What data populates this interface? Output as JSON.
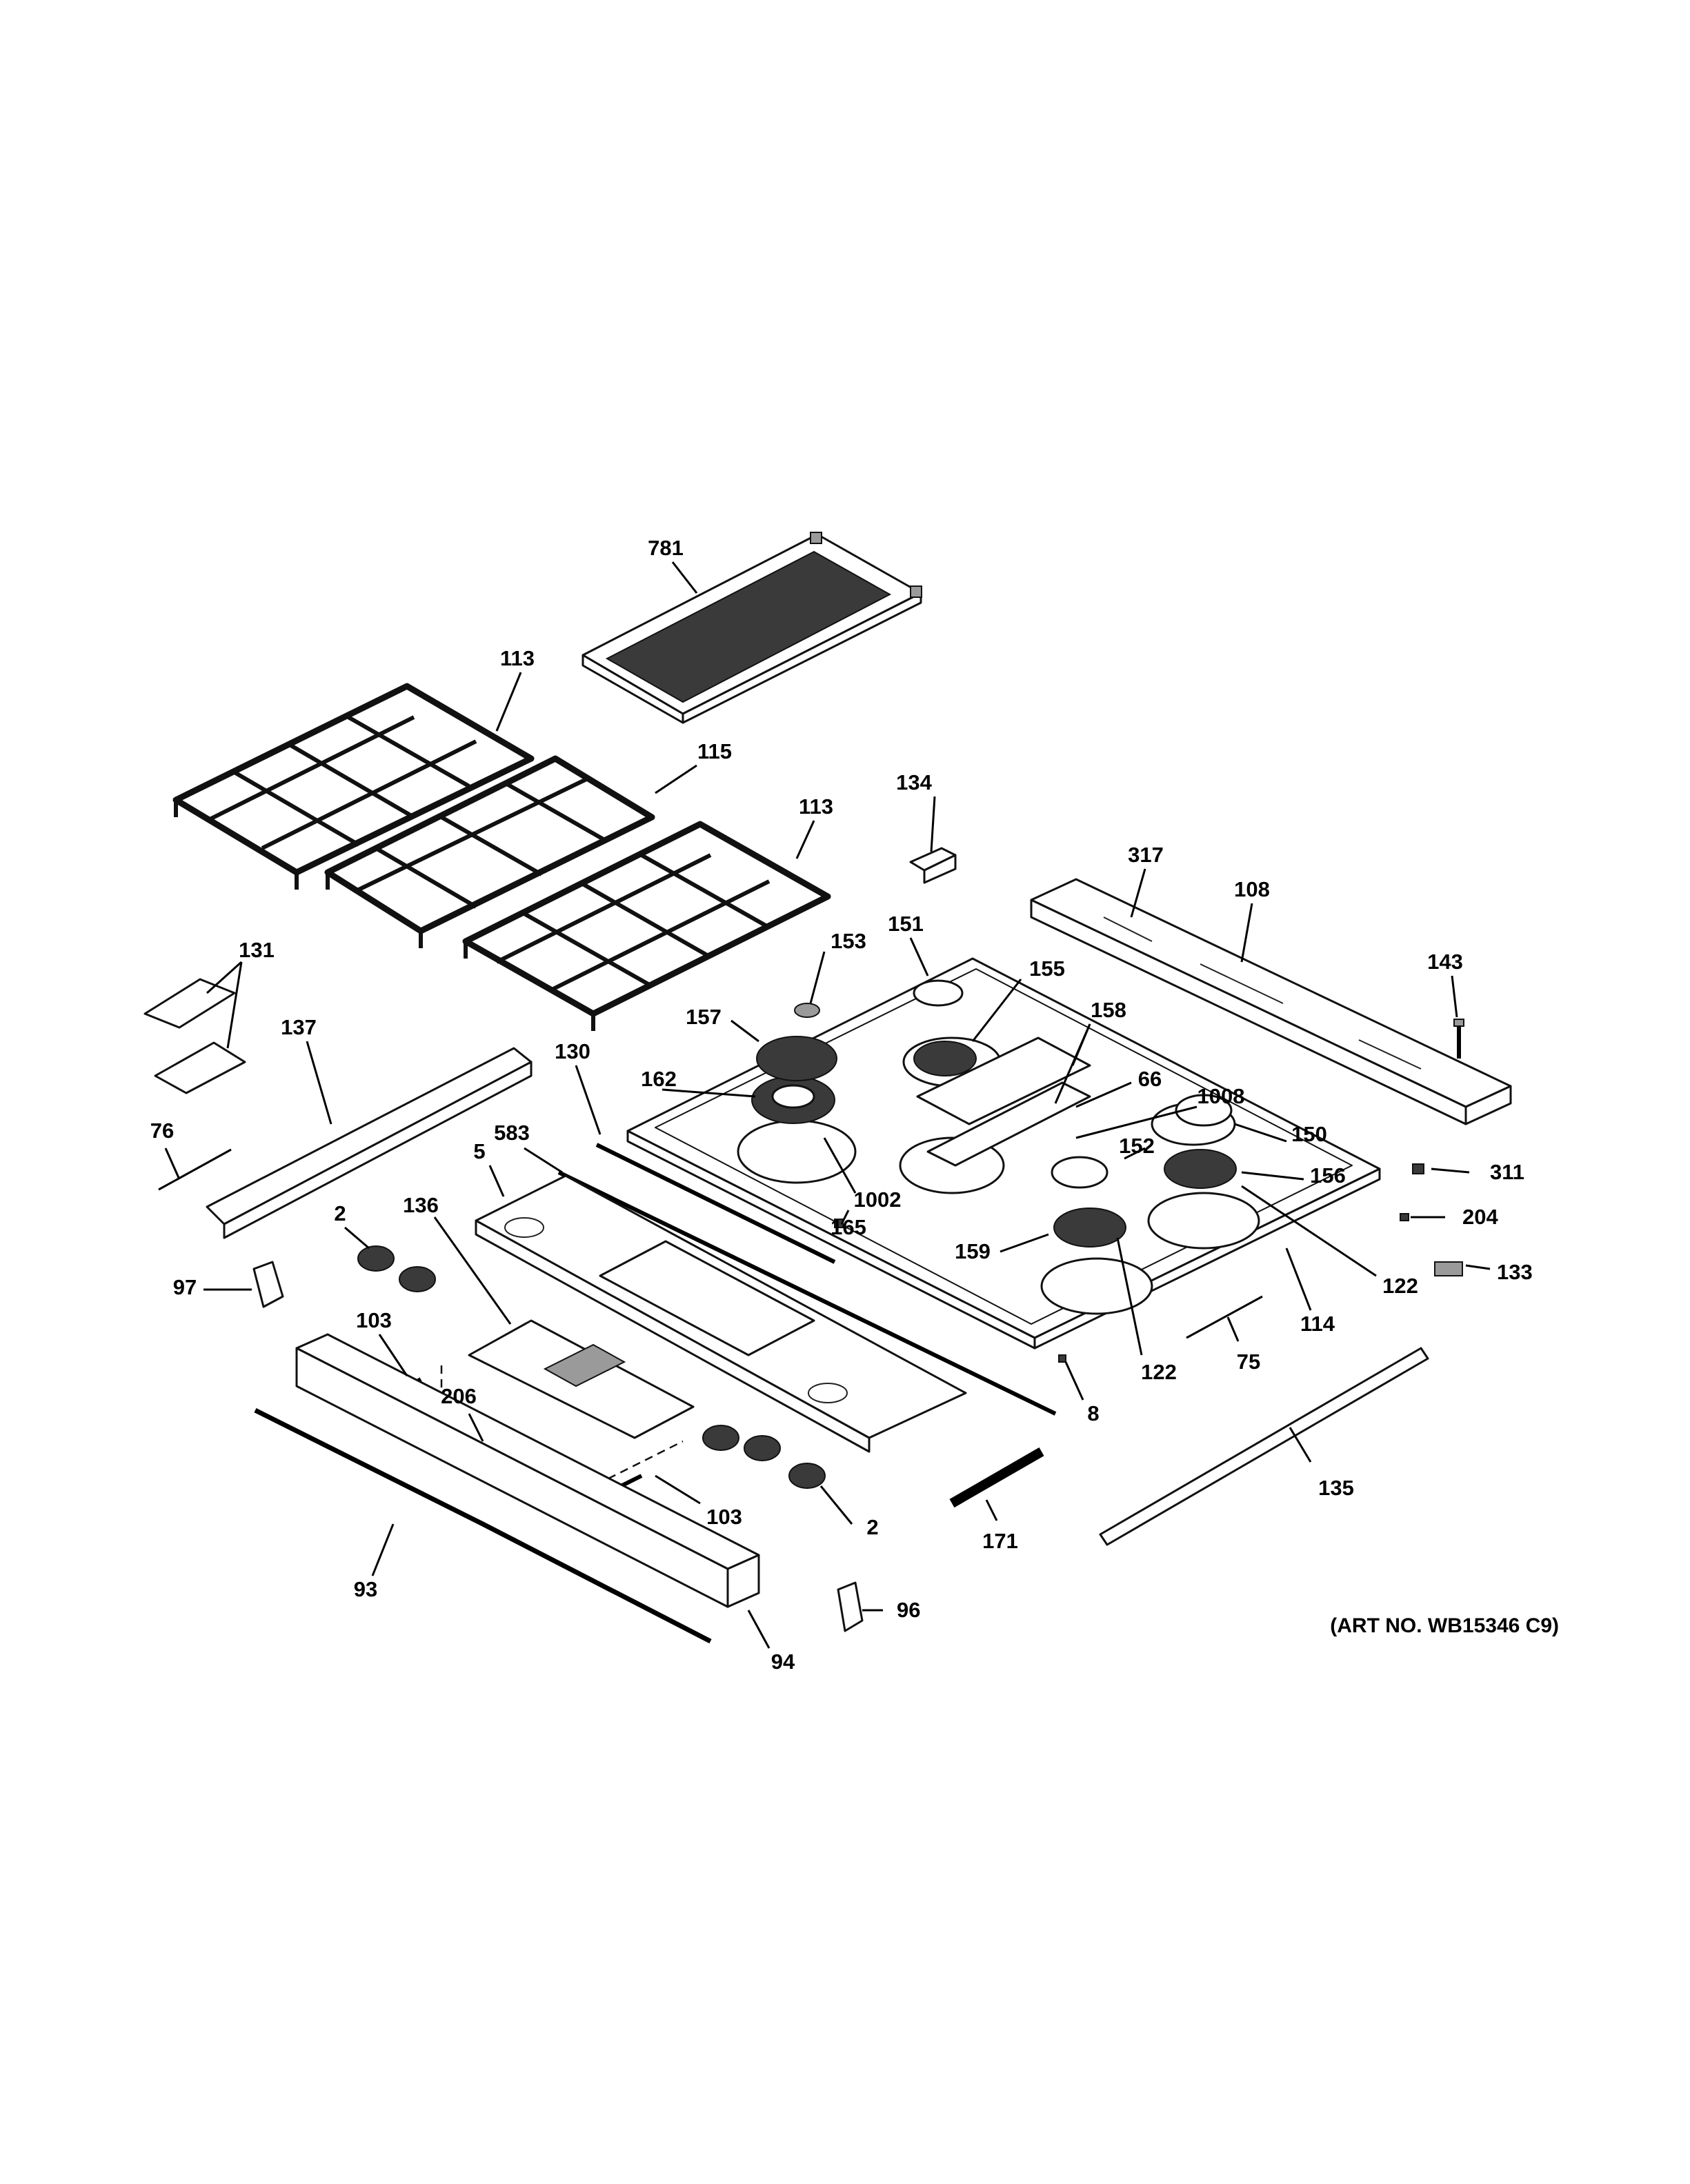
{
  "diagram": {
    "caption": "(ART NO. WB15346 C9)",
    "callouts": [
      "781",
      "113",
      "115",
      "113",
      "134",
      "317",
      "108",
      "143",
      "131",
      "153",
      "151",
      "155",
      "157",
      "158",
      "66",
      "162",
      "1008",
      "150",
      "137",
      "130",
      "583",
      "152",
      "156",
      "76",
      "311",
      "5",
      "1002",
      "165",
      "204",
      "2",
      "136",
      "97",
      "133",
      "159",
      "122",
      "114",
      "103",
      "75",
      "206",
      "8",
      "122",
      "103",
      "2",
      "135",
      "171",
      "93",
      "96",
      "94"
    ]
  }
}
